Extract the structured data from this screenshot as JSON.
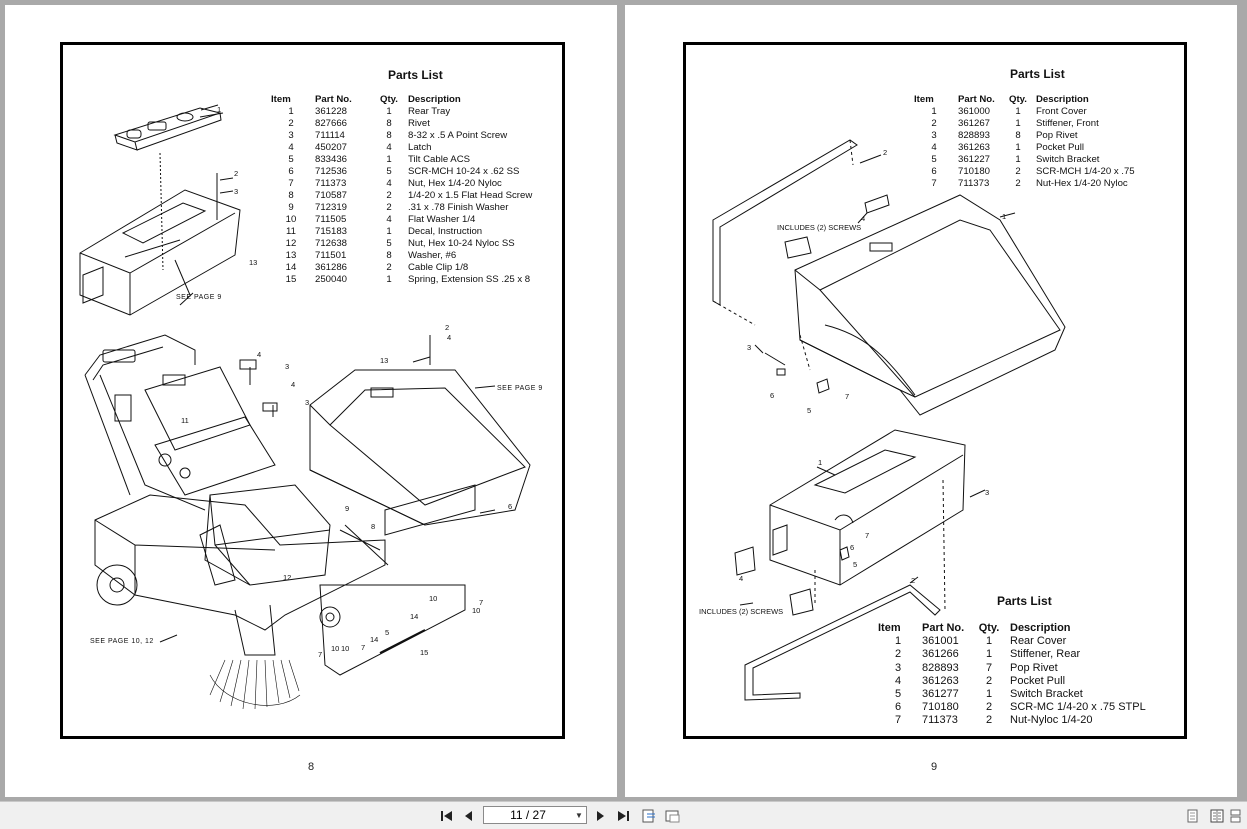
{
  "left_page": {
    "page_number": "8",
    "parts_list": {
      "title": "Parts List",
      "headers": [
        "Item",
        "Part No.",
        "Qty.",
        "Description"
      ],
      "rows": [
        [
          "1",
          "361228",
          "1",
          "Rear Tray"
        ],
        [
          "2",
          "827666",
          "8",
          "Rivet"
        ],
        [
          "3",
          "711114",
          "8",
          "8-32 x .5 A Point Screw"
        ],
        [
          "4",
          "450207",
          "4",
          "Latch"
        ],
        [
          "5",
          "833436",
          "1",
          "Tilt Cable ACS"
        ],
        [
          "6",
          "712536",
          "5",
          "SCR-MCH 10-24 x .62 SS"
        ],
        [
          "7",
          "711373",
          "4",
          "Nut, Hex 1/4-20 Nyloc"
        ],
        [
          "8",
          "710587",
          "2",
          "1/4-20 x 1.5 Flat Head Screw"
        ],
        [
          "9",
          "712319",
          "2",
          ".31 x .78 Finish Washer"
        ],
        [
          "10",
          "711505",
          "4",
          "Flat Washer 1/4"
        ],
        [
          "11",
          "715183",
          "1",
          "Decal, Instruction"
        ],
        [
          "12",
          "712638",
          "5",
          "Nut, Hex 10-24 Nyloc SS"
        ],
        [
          "13",
          "711501",
          "8",
          "Washer, #6"
        ],
        [
          "14",
          "361286",
          "2",
          "Cable Clip 1/8"
        ],
        [
          "15",
          "250040",
          "1",
          "Spring, Extension SS .25 x 8"
        ]
      ]
    },
    "callouts": {
      "see_page_9_a": "SEE PAGE 9",
      "see_page_9_b": "SEE PAGE 9",
      "see_page_10_12": "SEE PAGE 10, 12"
    }
  },
  "right_page": {
    "page_number": "9",
    "parts_list_top": {
      "title": "Parts List",
      "headers": [
        "Item",
        "Part No.",
        "Qty.",
        "Description"
      ],
      "rows": [
        [
          "1",
          "361000",
          "1",
          "Front Cover"
        ],
        [
          "2",
          "361267",
          "1",
          "Stiffener, Front"
        ],
        [
          "3",
          "828893",
          "8",
          "Pop Rivet"
        ],
        [
          "4",
          "361263",
          "1",
          "Pocket Pull"
        ],
        [
          "5",
          "361227",
          "1",
          "Switch Bracket"
        ],
        [
          "6",
          "710180",
          "2",
          "SCR-MCH 1/4-20 x .75"
        ],
        [
          "7",
          "711373",
          "2",
          "Nut-Hex 1/4-20 Nyloc"
        ]
      ]
    },
    "parts_list_bottom": {
      "title": "Parts List",
      "headers": [
        "Item",
        "Part No.",
        "Qty.",
        "Description"
      ],
      "rows": [
        [
          "1",
          "361001",
          "1",
          "Rear Cover"
        ],
        [
          "2",
          "361266",
          "1",
          "Stiffener, Rear"
        ],
        [
          "3",
          "828893",
          "7",
          "Pop Rivet"
        ],
        [
          "4",
          "361263",
          "2",
          "Pocket Pull"
        ],
        [
          "5",
          "361277",
          "1",
          "Switch Bracket"
        ],
        [
          "6",
          "710180",
          "2",
          "SCR-MC 1/4-20 x .75 STPL"
        ],
        [
          "7",
          "711373",
          "2",
          "Nut-Nyloc 1/4-20"
        ]
      ]
    },
    "callouts": {
      "includes_screws_top": "INCLUDES (2) SCREWS",
      "includes_screws_bottom": "INCLUDES (2) SCREWS"
    }
  },
  "toolbar": {
    "page_indicator": "11 / 27",
    "icons": [
      "first-page-icon",
      "prev-page-icon",
      "next-page-icon",
      "last-page-icon",
      "fit-page-icon",
      "fit-width-icon",
      "single-page-view-icon",
      "double-page-view-icon",
      "continuous-view-icon"
    ]
  }
}
